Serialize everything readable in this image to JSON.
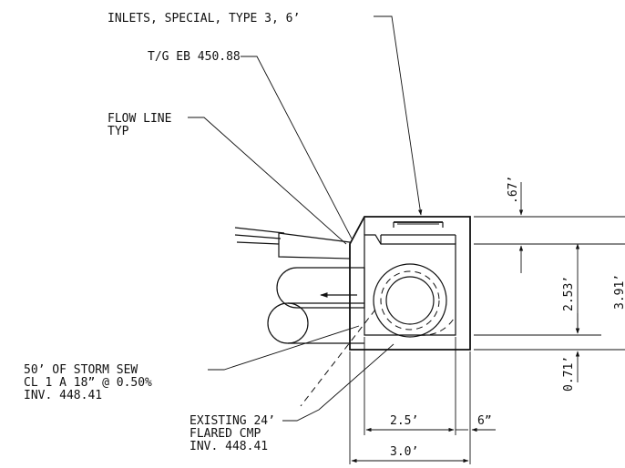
{
  "callouts": {
    "inlet_type": "INLETS, SPECIAL, TYPE 3, 6’",
    "top_of_grate": "T/G EB 450.88",
    "flow_line_1": "FLOW LINE",
    "flow_line_2": "TYP",
    "storm_sewer_1": "50’ OF STORM SEW",
    "storm_sewer_2": "CL 1 A 18” @ 0.50%",
    "storm_sewer_3": "INV. 448.41",
    "existing_cmp_1": "EXISTING 24’",
    "existing_cmp_2": "FLARED CMP",
    "existing_cmp_3": "INV. 448.41"
  },
  "dimensions": {
    "top_offset": ".67’",
    "inner_height": "2.53’",
    "total_height": "3.91’",
    "bottom_slab": "0.71’",
    "inner_width": "2.5’",
    "wall_thickness": "6”",
    "outer_width": "3.0’"
  }
}
